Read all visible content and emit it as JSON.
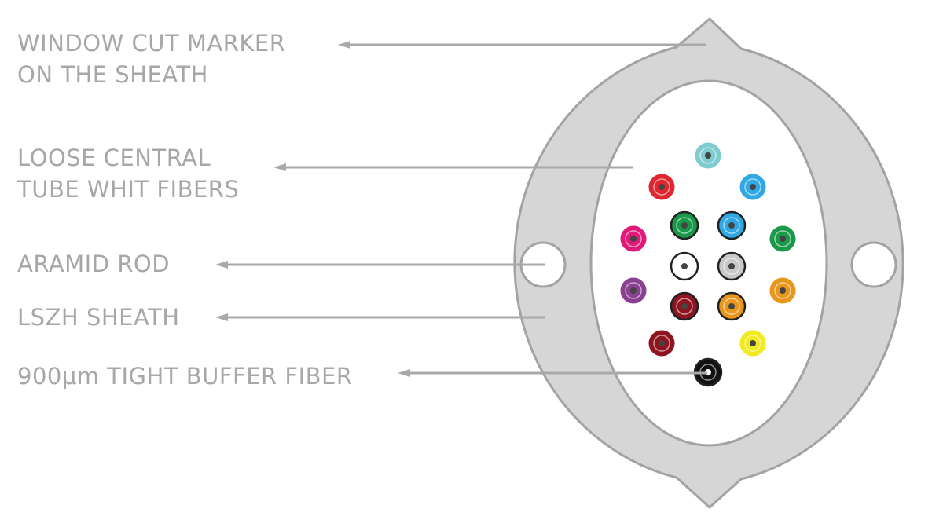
{
  "labels": {
    "window_cut_marker": [
      "WINDOW CUT MARKER",
      "ON THE SHEATH"
    ],
    "loose_tube": [
      "LOOSE CENTRAL",
      "TUBE WHIT FIBERS"
    ],
    "aramid_rod": [
      "ARAMID ROD"
    ],
    "lszh_sheath": [
      "LSZH SHEATH"
    ],
    "tight_buffer_fiber": [
      "900μm TIGHT BUFFER FIBER"
    ]
  },
  "colors": {
    "label_text": "#a7a7a7",
    "sheath_fill": "#d6d6d6",
    "sheath_outline": "#a3a3a3",
    "leader_line": "#a9a9a9",
    "inner_tube": "#ffffff",
    "fiber_outline": "#222222"
  },
  "fibers": {
    "outer_ring": [
      {
        "color": "#7fcccf",
        "name": "aqua"
      },
      {
        "color": "#2fa8e4",
        "name": "blue"
      },
      {
        "color": "#1a9a48",
        "name": "green"
      },
      {
        "color": "#e8961c",
        "name": "orange"
      },
      {
        "color": "#f2ea1e",
        "name": "yellow"
      },
      {
        "color": "#111111",
        "name": "black"
      },
      {
        "color": "#8e1520",
        "name": "dark-red"
      },
      {
        "color": "#8a4191",
        "name": "violet"
      },
      {
        "color": "#e0197a",
        "name": "rose"
      },
      {
        "color": "#e0262e",
        "name": "red"
      }
    ],
    "inner_ring": [
      {
        "color": "#1a9a48",
        "name": "green"
      },
      {
        "color": "#2fa8e4",
        "name": "blue"
      },
      {
        "color": "#c9c9c9",
        "name": "grey"
      },
      {
        "color": "#e8961c",
        "name": "orange"
      },
      {
        "color": "#8e1520",
        "name": "dark-red"
      },
      {
        "color": "#ffffff",
        "name": "white"
      }
    ]
  }
}
